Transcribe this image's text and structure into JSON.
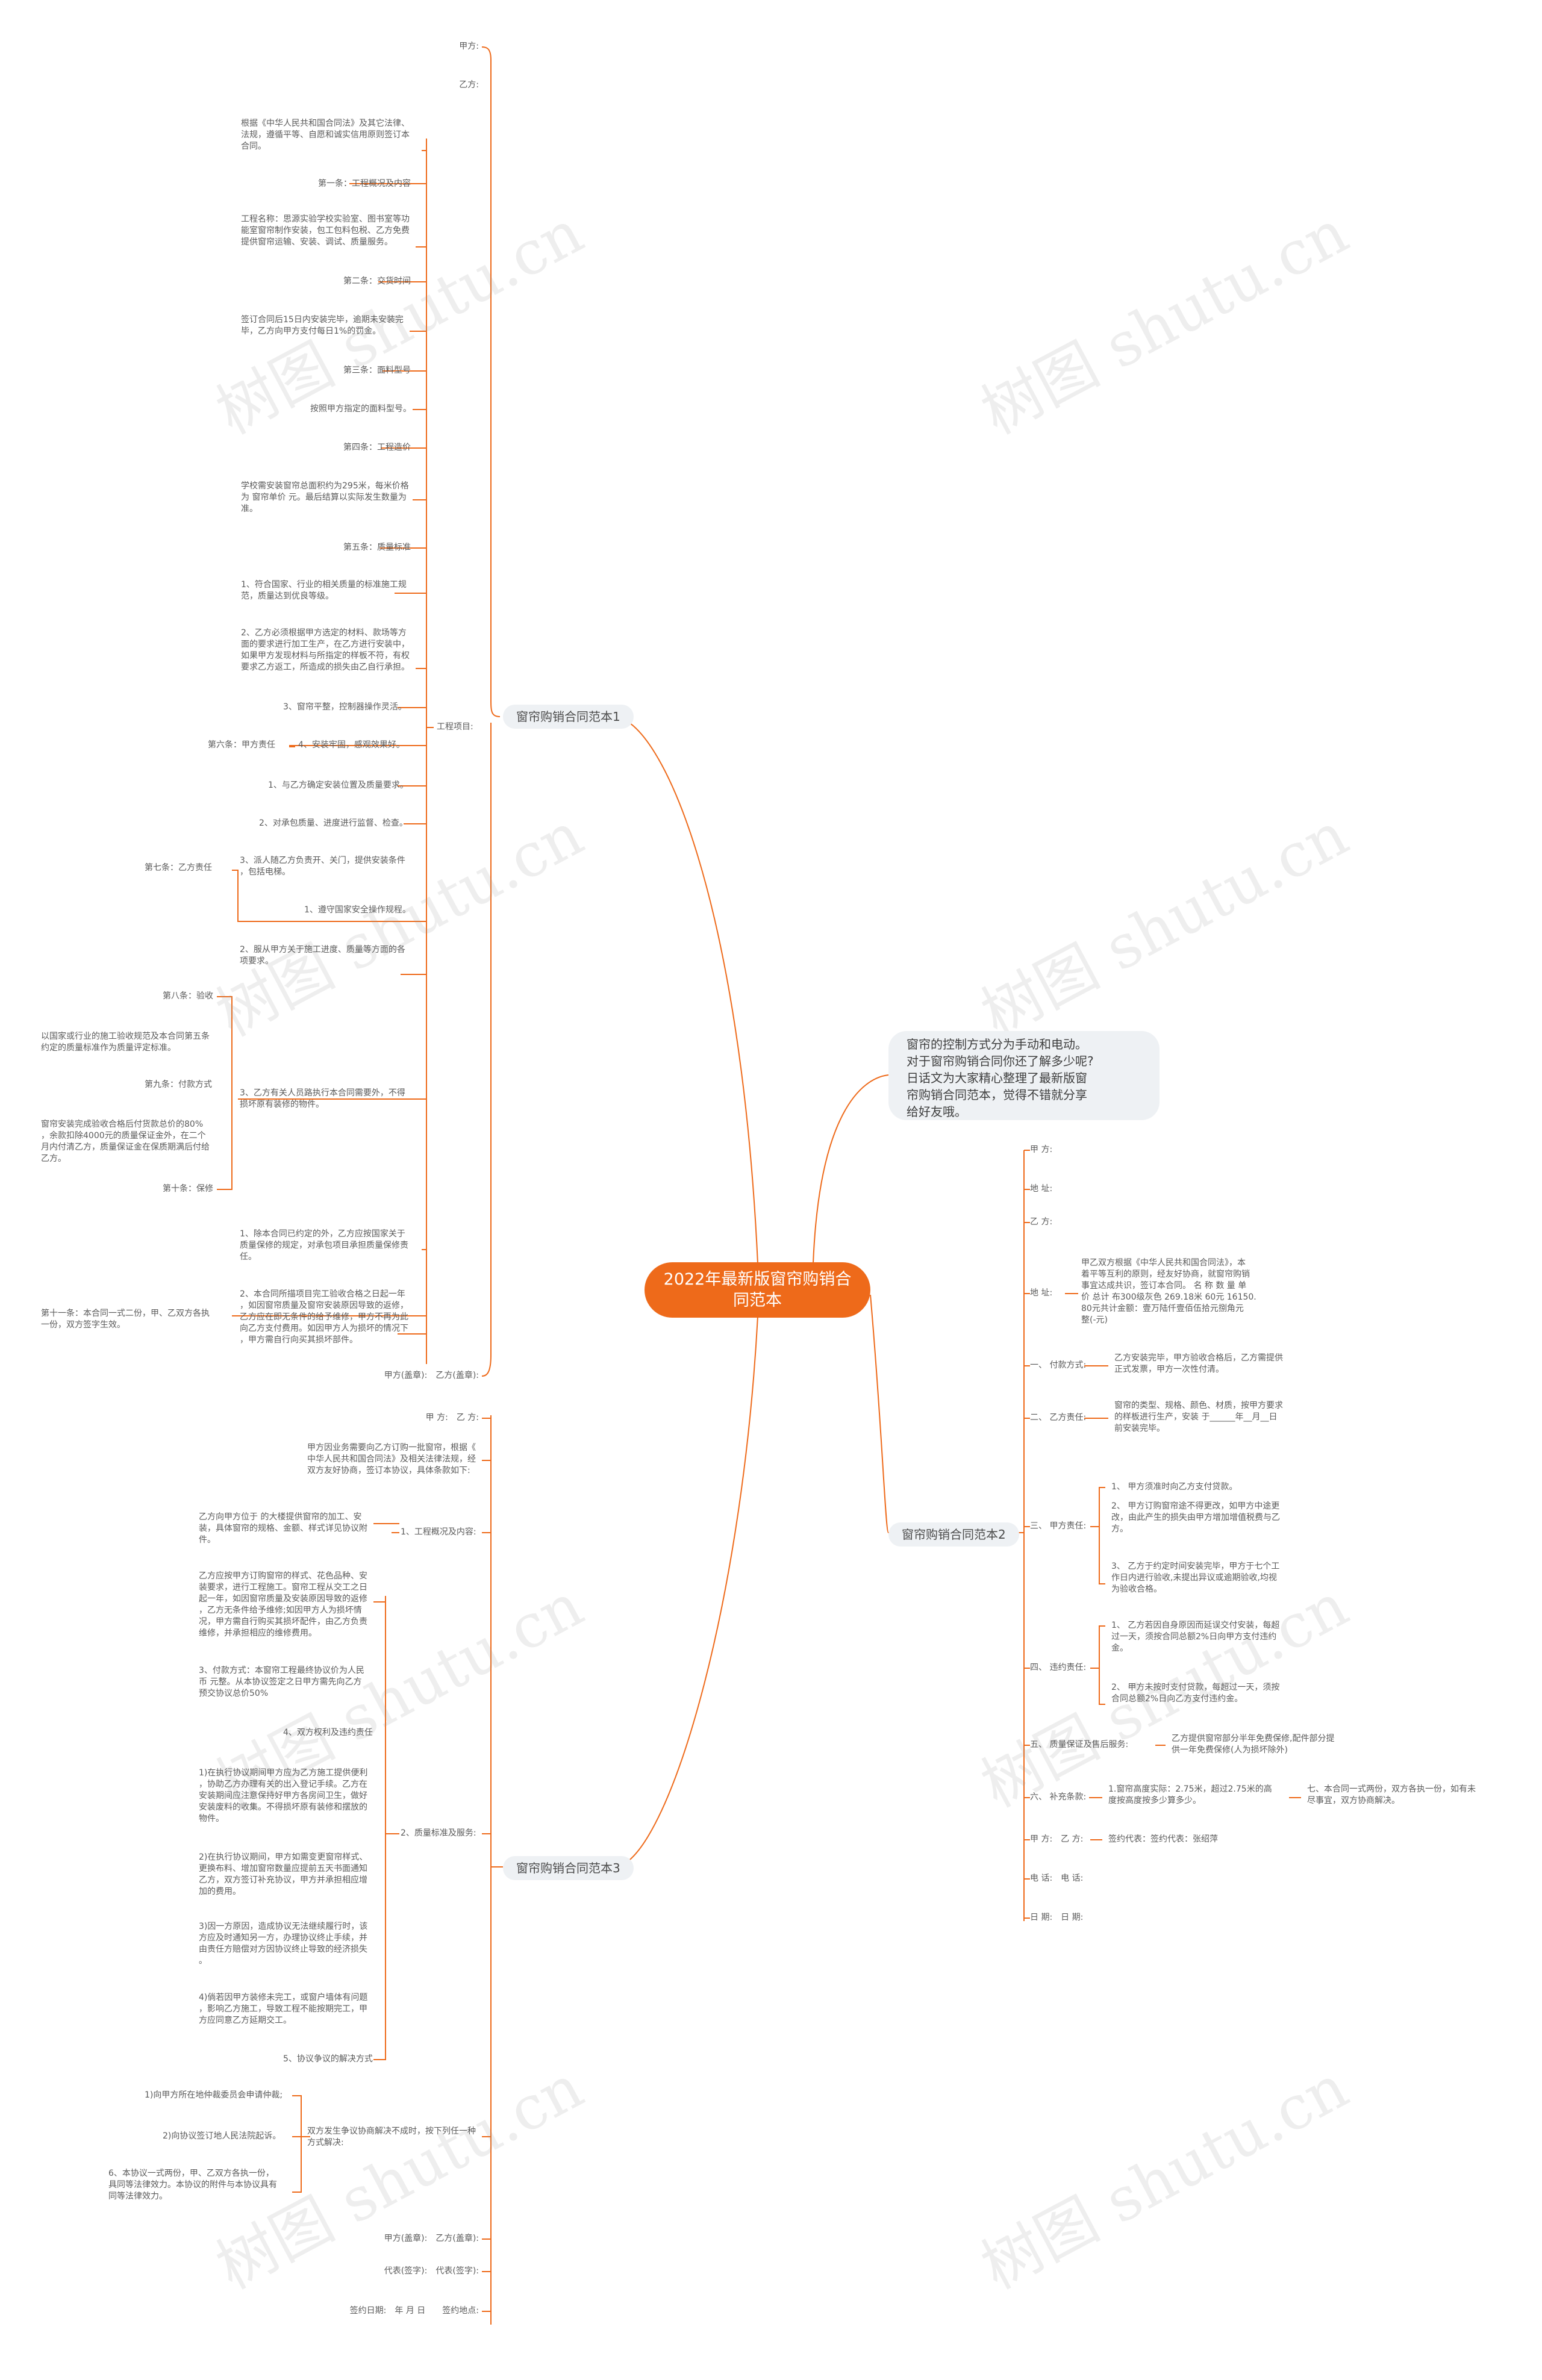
{
  "root": "2022年最新版窗帘购销合\n同范本",
  "watermark": "树图 shutu.cn",
  "intro": "窗帘的控制方式分为手动和电动。\n对于窗帘购销合同你还了解多少呢?\n日话文为大家精心整理了最新版窗\n帘购销合同范本，觉得不错就分享\n给好友哦。",
  "branch1": {
    "label": "窗帘购销合同范本1",
    "top": [
      "甲方:",
      "乙方:"
    ],
    "clauses": [
      "根据《中华人民共和国合同法》及其它法律、\n法规，遵循平等、自愿和诚实信用原则签订本\n合同。",
      "第一条：工程概况及内容",
      "工程名称：思源实验学校实验室、图书室等功\n能室窗帘制作安装，包工包料包税、乙方免费\n提供窗帘运输、安装、调试、质量服务。",
      "第二条：交货时间",
      "签订合同后15日内安装完毕，逾期未安装完\n毕，乙方向甲方支付每日1%的罚金。",
      "第三条：面料型号",
      "按照甲方指定的面料型号。",
      "第四条：工程造价",
      "学校需安装窗帘总面积约为295米，每米价格\n为 窗帘单价 元。最后结算以实际发生数量为\n准。",
      "第五条：质量标准",
      "1、符合国家、行业的相关质量的标准施工规\n范，质量达到优良等级。",
      "2、乙方必须根据甲方选定的材料、款场等方\n面的要求进行加工生产，在乙方进行安装中，\n如果甲方发现材料与所指定的样板不符，有权\n要求乙方返工，所造成的损失由乙自行承担。",
      "3、窗帘平整，控制器操作灵活。"
    ],
    "project_label": "工程项目:",
    "sixth_label": "第六条：甲方责任",
    "sixth_items": [
      "4、安装牢固，感观效果好。",
      "1、与乙方确定安装位置及质量要求。",
      "2、对承包质量、进度进行监督、检查。",
      "3、派人随乙方负责开、关门，提供安装条件\n，包括电梯。"
    ],
    "seventh_label": "第七条：乙方责任",
    "seventh_items": [
      "1、遵守国家安全操作规程。",
      "2、服从甲方关于施工进度、质量等方面的各\n项要求。",
      "3、乙方有关人员路执行本合同需要外，不得\n损坏原有装修的物件。"
    ],
    "eighth_label": "第八条：验收",
    "eighth_text": "以国家或行业的施工验收规范及本合同第五条\n约定的质量标准作为质量评定标准。",
    "ninth_label": "第九条：付款方式",
    "ninth_text": "窗帘安装完成验收合格后付货款总价的80%\n，余款扣除4000元的质量保证金外，在二个\n月内付清乙方，质量保证金在保质期满后付给\n乙方。",
    "tenth_label": "第十条：保修",
    "tenth_items": [
      "1、除本合同已约定的外，乙方应按国家关于\n质量保修的规定，对承包项目承担质量保修责\n任。",
      "2、本合同所描项目完工验收合格之日起一年\n，如因窗帘质量及窗帘安装原因导致的返修，\n乙方应在即无条件的给予维修，甲方不再为此\n向乙方支付费用。如因甲方人为损坏的情况下\n，甲方需自行向买其损坏部件。"
    ],
    "eleventh": "第十一条：本合同一式二份，甲、乙双方各执\n一份，双方签字生效。",
    "bottom": "甲方(盖章):　乙方(盖章):"
  },
  "branch2": {
    "label": "窗帘购销合同范本2",
    "items": [
      "甲 方:",
      "地 址:",
      "乙 方:",
      "地 址:",
      "一、 付款方式:",
      "二、 乙方责任:",
      "三、 甲方责任:",
      "四、 违约责任:",
      "五、 质量保证及售后服务:",
      "六、 补充条款:",
      "甲 方:　乙 方:",
      "电 话:　电 话:",
      "日 期:　日 期:"
    ],
    "addr_text": "甲乙双方根据《中华人民共和国合同法》，本\n着平等互利的原则，经友好协商，就窗帘购销\n事宜达成共识，签订本合同。 名 称 数 量 单\n价 总计 布300级灰色 269.18米 60元 16150.\n80元共计金额：壹万陆仟壹佰伍拾元捌角元\n整(-元)",
    "pay_text": "乙方安装完毕，甲方验收合格后，乙方需提供\n正式发票，甲方一次性付清。",
    "yi_text": "窗帘的类型、规格、颜色、材质，按甲方要求\n的样板进行生产，安装 于______年__月__日\n前安装完毕。",
    "jia_items": [
      "1、 甲方须准时向乙方支付贷款。",
      "2、 甲方订购窗帘途不得更改，如甲方中途更\n改，由此产生的损失由甲方增加增值税费与乙\n方。",
      "3、 乙方于约定时间安装完毕，甲方于七个工\n作日内进行验收,未提出异议或逾期验收,均视\n为验收合格。"
    ],
    "wei_items": [
      "1、 乙方若因自身原因而延误交付安装，每超\n过一天，须按合同总额2%日向甲方支付违约\n金。",
      "2、 甲方未按时支付贷款，每超过一天，须按\n合同总额2%日向乙方支付违约金。"
    ],
    "quality_text": "乙方提供窗帘部分半年免费保修,配件部分提\n供一年免费保修(人为损坏除外)",
    "supp_text": "1.窗帘高度实际：2.75米，超过2.75米的高\n度按高度按多少算多少。",
    "supp_text2": "七、本合同一式两份，双方各执一份，如有未\n尽事宜，双方协商解决。",
    "sign_text": "签约代表：签约代表：张绍萍"
  },
  "branch3": {
    "label": "窗帘购销合同范本3",
    "top": "甲 方:　乙 方:",
    "intro": "甲方因业务需要向乙方订购一批窗帘，根据《\n中华人民共和国合同法》及相关法律法规，经\n双方友好协商，签订本协议，具体条款如下:",
    "scope_label": "1、工程概况及内容:",
    "scope_text": "乙方向甲方位于 的大楼提供窗帘的加工、安\n装，具体窗帘的规格、金额、样式详见协议附\n件。",
    "quality_label": "2、质量标准及服务:",
    "quality_items": [
      "乙方应按甲方订购窗帘的样式、花色品种、安\n装要求，进行工程施工。窗帘工程从交工之日\n起一年，如因窗帘质量及安装原因导致的返修\n，乙方无条件给予维修;如因甲方人为损坏情\n况，甲方需自行购买其损坏配件，由乙方负责\n维修，并承担相应的维修费用。",
      "3、付款方式：本窗帘工程最终协议价为人民\n币 元整。从本协议签定之日甲方需先向乙方\n预交协议总价50%",
      "4、双方权利及违约责任",
      "1)在执行协议期间甲方应为乙方施工提供便利\n，协助乙方办理有关的出入登记手续。乙方在\n安装期间应注意保持好甲方各房间卫生，做好\n安装废料的收集。不得损坏原有装修和摆放的\n物件。",
      "2)在执行协议期间，甲方如需变更窗帘样式、\n更换布料、增加窗帘数量应提前五天书面通知\n乙方，双方签订补充协议，甲方并承担相应增\n加的费用。",
      "3)因一方原因，造成协议无法继续履行时，该\n方应及时通知另一方，办理协议终止手续，并\n由责任方赔偿对方因协议终止导致的经济损失\n。",
      "4)倘若因甲方装修未完工，或窗户墙体有问题\n，影响乙方施工，导致工程不能按期完工，甲\n方应同意乙方延期交工。",
      "5、协议争议的解决方式"
    ],
    "dispute_text": "双方发生争议协商解决不成时，按下列任一种\n方式解决:",
    "dispute_items": [
      "1)向甲方所在地仲裁委员会申请仲裁;",
      "2)向协议签订地人民法院起诉。",
      "6、本协议一式两份，甲、乙双方各执一份，\n具同等法律效力。本协议的附件与本协议具有\n同等法律效力。"
    ],
    "sign1": "甲方(盖章):　乙方(盖章):",
    "sign2": "代表(签字):　代表(签字):",
    "sign3": "签约日期:　年 月 日　　签约地点:"
  }
}
